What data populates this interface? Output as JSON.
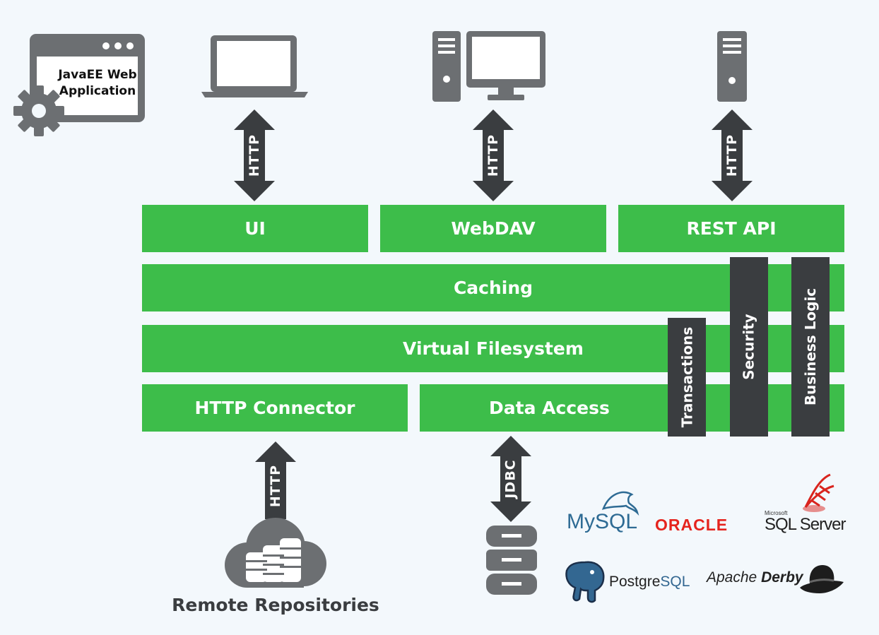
{
  "app_box": {
    "line1": "JavaEE Web",
    "line2": "Application"
  },
  "protocols": {
    "ui": "HTTP",
    "webdav": "HTTP",
    "rest": "HTTP",
    "remote": "HTTP",
    "jdbc": "JDBC"
  },
  "layers": {
    "ui": "UI",
    "webdav": "WebDAV",
    "rest_api": "REST API",
    "caching": "Caching",
    "vfs": "Virtual Filesystem",
    "http_connector": "HTTP Connector",
    "data_access": "Data Access"
  },
  "cross_cutting": {
    "transactions": "Transactions",
    "security": "Security",
    "business_logic": "Business Logic"
  },
  "remote_repositories": "Remote Repositories",
  "databases": {
    "mysql": "MySQL",
    "oracle": "ORACLE",
    "sqlserver_small": "Microsoft",
    "sqlserver": "SQL Server",
    "postgres_a": "Postgre",
    "postgres_b": "SQL",
    "derby_a": "Apache",
    "derby_b": "Derby"
  },
  "colors": {
    "green": "#3dbd4a",
    "dark": "#3a3d40",
    "icon_gray": "#6c6f72",
    "background": "#f3f8fc",
    "mysql_blue": "#2e6b94",
    "mysql_orange": "#e48b16",
    "oracle_red": "#e5241e",
    "postgres_blue": "#336791"
  },
  "icons": [
    "browser-window-icon",
    "gear-icon",
    "laptop-icon",
    "desktop-icon",
    "server-tower-icon",
    "cloud-database-icon",
    "database-stack-icon",
    "mysql-dolphin-icon",
    "sqlserver-icon",
    "postgres-elephant-icon",
    "derby-hat-icon"
  ]
}
